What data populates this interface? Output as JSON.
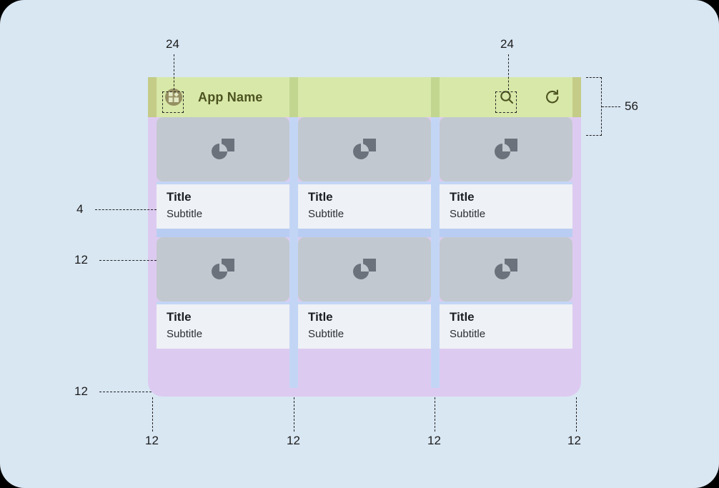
{
  "page": {
    "background_color": "#d9e7f3",
    "corner_radius": "34px"
  },
  "mockup": {
    "appbar": {
      "height_label": "56",
      "background_color": "#d8e8a8",
      "app_icon": "app-grid-icon",
      "title": "App Name",
      "actions": [
        {
          "name": "search-icon",
          "size_label": "24"
        },
        {
          "name": "refresh-icon"
        }
      ]
    },
    "grid": {
      "columns": 3,
      "rows": 2,
      "gutter_color": "#c3d5f5",
      "padding_color": "#ddcaf0",
      "card": {
        "image_placeholder": "image-placeholder-icon",
        "image_color": "#c2c8cf",
        "body_color": "#eef1f5",
        "title": "Title",
        "subtitle": "Subtitle"
      },
      "cards": [
        {
          "title": "Title",
          "subtitle": "Subtitle"
        },
        {
          "title": "Title",
          "subtitle": "Subtitle"
        },
        {
          "title": "Title",
          "subtitle": "Subtitle"
        },
        {
          "title": "Title",
          "subtitle": "Subtitle"
        },
        {
          "title": "Title",
          "subtitle": "Subtitle"
        },
        {
          "title": "Title",
          "subtitle": "Subtitle"
        }
      ]
    }
  },
  "annotations": {
    "icon_size_left": "24",
    "icon_size_right": "24",
    "appbar_height": "56",
    "title_gap": "4",
    "row_gap": "12",
    "bottom_padding": "12",
    "column_gaps": [
      "12",
      "12",
      "12",
      "12"
    ]
  }
}
